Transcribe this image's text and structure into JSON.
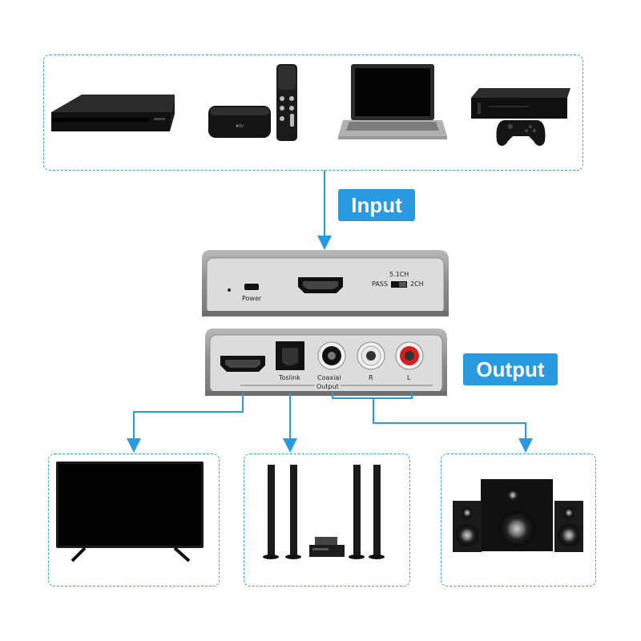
{
  "labels": {
    "input": "Input",
    "output": "Output"
  },
  "top_unit": {
    "power": "Power",
    "mode_51": "5.1CH",
    "mode_pass": "PASS",
    "mode_2ch": "2CH"
  },
  "bottom_unit": {
    "toslink": "Toslink",
    "coaxial": "Coaxial",
    "r": "R",
    "l": "L",
    "output": "Output"
  },
  "colors": {
    "accent": "#2a9ae0",
    "arrow": "#2a9ae0",
    "device_gray": "#8a8a8a",
    "rca_red": "#d42020"
  },
  "source_devices": [
    "dvd-player-icon",
    "apple-tv-icon",
    "laptop-icon",
    "xbox-console-icon"
  ],
  "output_devices": [
    "tv-icon",
    "home-theater-speakers-icon",
    "desktop-speakers-icon"
  ]
}
